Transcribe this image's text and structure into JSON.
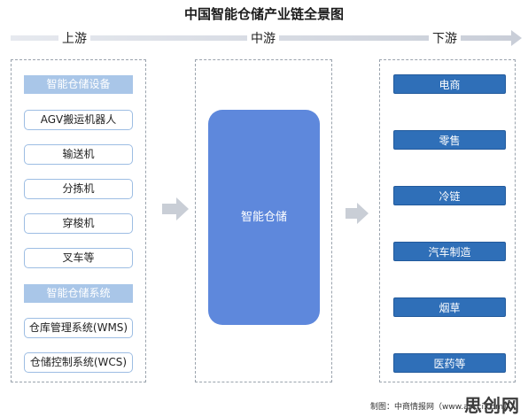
{
  "title": "中国智能仓储产业链全景图",
  "stages": {
    "upstream": "上游",
    "midstream": "中游",
    "downstream": "下游"
  },
  "upstream": {
    "group1_header": "智能仓储设备",
    "group1_items": [
      "AGV搬运机器人",
      "输送机",
      "分拣机",
      "穿梭机",
      "叉车等"
    ],
    "group2_header": "智能仓储系统",
    "group2_items": [
      "仓库管理系统(WMS)",
      "仓储控制系统(WCS)"
    ]
  },
  "midstream": {
    "label": "智能仓储"
  },
  "downstream": {
    "items": [
      "电商",
      "零售",
      "冷链",
      "汽车制造",
      "烟草",
      "医药等"
    ]
  },
  "footer": {
    "source": "制图：中商情报网（www.askci.com）",
    "brand": "思创网"
  },
  "colors": {
    "header_light_blue": "#a9c6e8",
    "center_blue": "#5e88dc",
    "downstream_blue": "#2f6fb8"
  }
}
